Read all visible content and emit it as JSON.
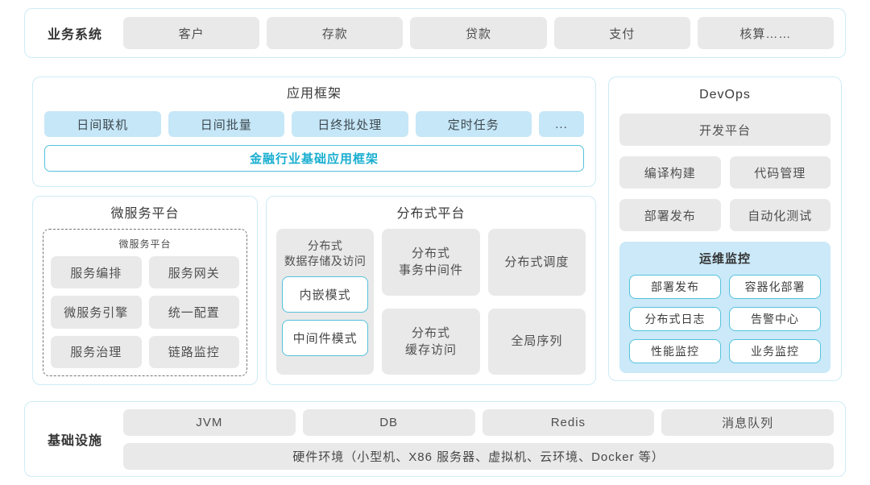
{
  "colors": {
    "panel_border": "#cdecf5",
    "grey_fill": "#e9e9e9",
    "blue_fill": "#c6e7f7",
    "teal_border": "#54c2dc",
    "teal_text": "#18aed0",
    "monitor_bg": "#cbe9f8"
  },
  "business_systems": {
    "label": "业务系统",
    "items": [
      "客户",
      "存款",
      "贷款",
      "支付",
      "核算……"
    ]
  },
  "app_framework": {
    "title": "应用框架",
    "modules": [
      "日间联机",
      "日间批量",
      "日终批处理",
      "定时任务",
      "..."
    ],
    "base_label": "金融行业基础应用框架"
  },
  "microservice": {
    "title": "微服务平台",
    "inner_title": "微服务平台",
    "items": [
      "服务编排",
      "服务网关",
      "微服务引擎",
      "统一配置",
      "服务治理",
      "链路监控"
    ]
  },
  "distributed": {
    "title": "分布式平台",
    "storage": {
      "line1": "分布式",
      "line2": "数据存储及访问",
      "modes": [
        "内嵌模式",
        "中间件模式"
      ]
    },
    "cells": [
      {
        "line1": "分布式",
        "line2": "事务中间件"
      },
      {
        "line1": "分布式调度",
        "line2": ""
      },
      {
        "line1": "分布式",
        "line2": "缓存访问"
      },
      {
        "line1": "全局序列",
        "line2": ""
      }
    ]
  },
  "devops": {
    "title": "DevOps",
    "platform": "开发平台",
    "tools": [
      "编译构建",
      "代码管理",
      "部署发布",
      "自动化测试"
    ],
    "monitoring": {
      "title": "运维监控",
      "items": [
        "部署发布",
        "容器化部署",
        "分布式日志",
        "告警中心",
        "性能监控",
        "业务监控"
      ]
    }
  },
  "infrastructure": {
    "label": "基础设施",
    "items": [
      "JVM",
      "DB",
      "Redis",
      "消息队列"
    ],
    "hardware": "硬件环境（小型机、X86 服务器、虚拟机、云环境、Docker 等）"
  }
}
